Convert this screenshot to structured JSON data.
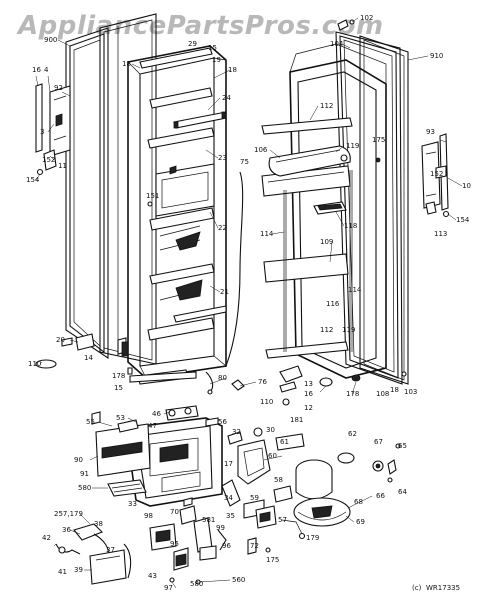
{
  "watermark": "AppliancePartsPros.com",
  "figure_code": "WR17335",
  "corner_mark": "(c)",
  "callouts": [
    "900",
    "16",
    "4",
    "92",
    "3",
    "152",
    "11",
    "154",
    "18",
    "29",
    "15",
    "19",
    "18",
    "24",
    "23",
    "75",
    "22",
    "151",
    "21",
    "20",
    "14",
    "110",
    "178",
    "15",
    "80",
    "76",
    "102",
    "104",
    "910",
    "112",
    "175",
    "106",
    "119",
    "93",
    "152",
    "10",
    "154",
    "113",
    "118",
    "114",
    "109",
    "116",
    "114",
    "112",
    "119",
    "178",
    "108",
    "18",
    "103",
    "13",
    "16",
    "12",
    "181",
    "110",
    "55",
    "53",
    "46",
    "47",
    "56",
    "32",
    "30",
    "61",
    "62",
    "67",
    "65",
    "90",
    "60",
    "17",
    "66",
    "64",
    "91",
    "580",
    "58",
    "68",
    "34",
    "33",
    "59",
    "57",
    "69",
    "257,179",
    "98",
    "70",
    "36",
    "35",
    "179",
    "38",
    "37",
    "99",
    "581",
    "72",
    "42",
    "95",
    "96",
    "175",
    "39",
    "41",
    "43",
    "97",
    "580",
    "560"
  ]
}
